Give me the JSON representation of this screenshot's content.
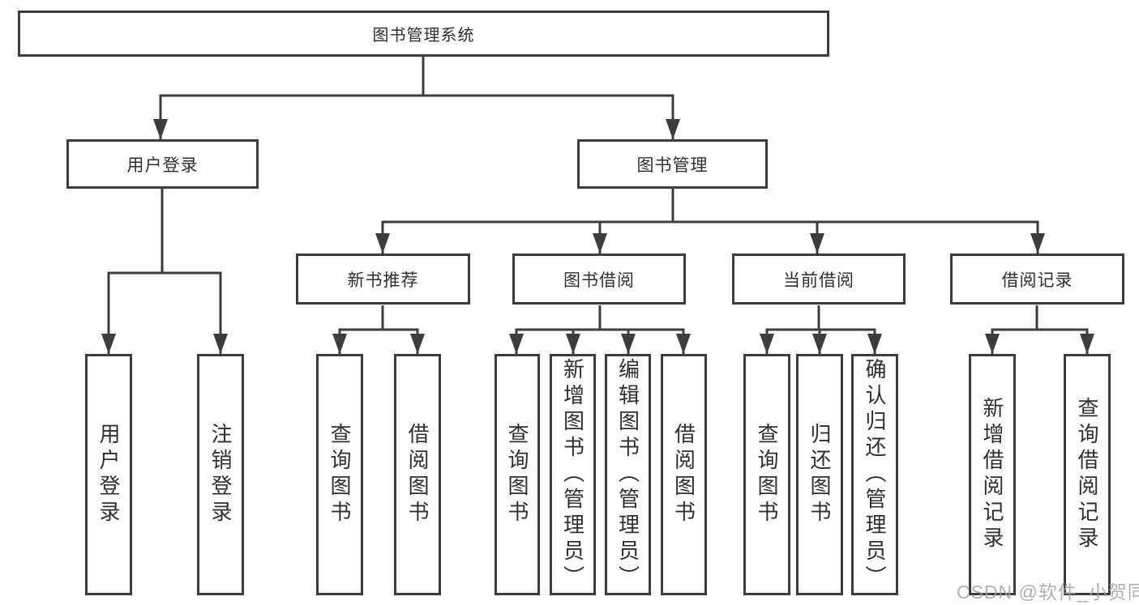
{
  "diagram": {
    "root": {
      "label": "图书管理系统"
    },
    "branches": [
      {
        "label": "用户登录",
        "leaves": [
          {
            "label": "用户登录"
          },
          {
            "label": "注销登录"
          }
        ]
      },
      {
        "label": "图书管理",
        "groups": [
          {
            "label": "新书推荐",
            "leaves": [
              {
                "label": "查询图书"
              },
              {
                "label": "借阅图书"
              }
            ]
          },
          {
            "label": "图书借阅",
            "leaves": [
              {
                "label": "查询图书"
              },
              {
                "label": "新增图书（管理员）"
              },
              {
                "label": "编辑图书（管理员）"
              },
              {
                "label": "借阅图书"
              }
            ]
          },
          {
            "label": "当前借阅",
            "leaves": [
              {
                "label": "查询图书"
              },
              {
                "label": "归还图书"
              },
              {
                "label": "确认归还（管理员）"
              }
            ]
          },
          {
            "label": "借阅记录",
            "leaves": [
              {
                "label": "新增借阅记录"
              },
              {
                "label": "查询借阅记录"
              }
            ]
          }
        ]
      }
    ]
  },
  "watermark": {
    "text": "CSDN @软件_小贺同学"
  },
  "colors": {
    "line": "#3d3d3d",
    "text": "#2f2f2f",
    "background": "#ffffff",
    "watermark": "#a9a0a0"
  }
}
